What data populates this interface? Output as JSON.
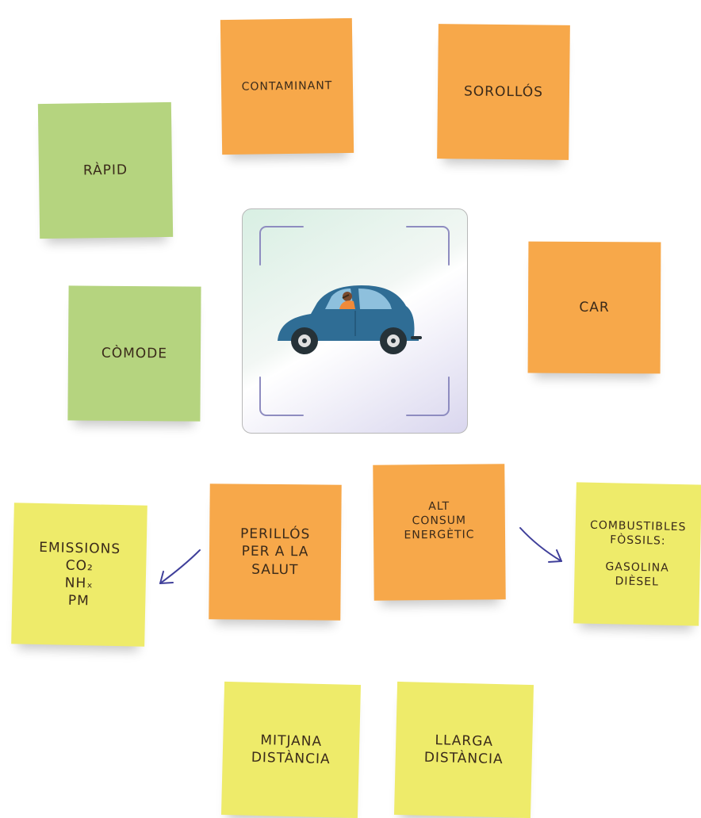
{
  "notes": {
    "contaminant": "CONTAMINANT",
    "sorollos": "SOROLLÓS",
    "rapid": "RÀPID",
    "comode": "CÒMODE",
    "car": "CAR",
    "perillos": [
      "PERILLÓS",
      "PER A LA",
      "SALUT"
    ],
    "alt_consum": [
      "ALT",
      "CONSUM",
      "ENERGÈTIC"
    ],
    "emissions": [
      "EMISSIONS",
      "CO₂",
      "NHₓ",
      "PM"
    ],
    "combustibles": [
      "COMBUSTIBLES",
      "FÒSSILS:",
      "",
      "GASOLINA",
      "DIÈSEL"
    ],
    "mitjana": [
      "MITJANA",
      "DISTÀNCIA"
    ],
    "llarga": [
      "LLARGA",
      "DISTÀNCIA"
    ]
  },
  "colors": {
    "orange": "#f7a84a",
    "green": "#b5d47f",
    "yellow": "#eeeb6a",
    "arrow": "#3f3f9a",
    "car_body": "#2f6d95"
  },
  "center_image": {
    "icon": "car-with-driver-icon"
  }
}
